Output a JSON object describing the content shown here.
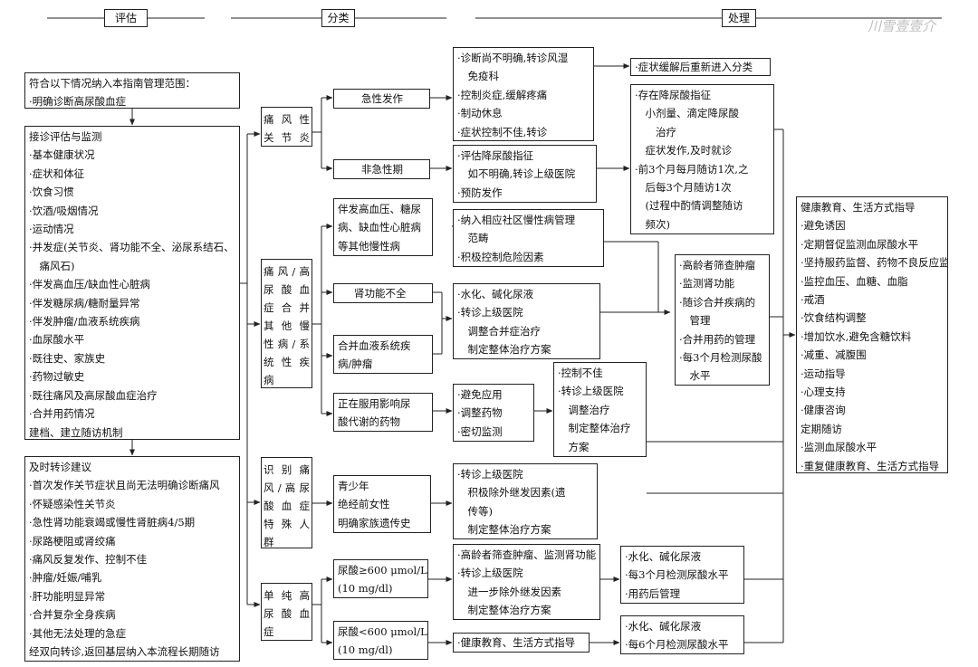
{
  "headers": {
    "assess": "评估",
    "classify": "分类",
    "treat": "处理"
  },
  "watermark": "川雪壹壹介",
  "boxes": {
    "scope": [
      "符合以下情况纳入本指南管理范围：",
      "·明确诊断高尿酸血症"
    ],
    "eval": [
      "接诊评估与监测",
      "·基本健康状况",
      "·症状和体征",
      "·饮食习惯",
      "·饮酒/吸烟情况",
      "·运动情况",
      "·并发症(关节炎、肾功能不全、泌尿系结石、",
      "　痛风石)",
      "·伴发高血压/缺血性心脏病",
      "·伴发糖尿病/糖耐量异常",
      "·伴发肿瘤/血液系统疾病",
      "·血尿酸水平",
      "·既往史、家族史",
      "·药物过敏史",
      "·既往痛风及高尿酸血症治疗",
      "·合并用药情况",
      "建档、建立随访机制"
    ],
    "referral": [
      "及时转诊建议",
      "·首次发作关节症状且尚无法明确诊断痛风",
      "·怀疑感染性关节炎",
      "·急性肾功能衰竭或慢性肾脏病4/5期",
      "·尿路梗阻或肾绞痛",
      "·痛风反复发作、控制不佳",
      "·肿瘤/妊娠/哺乳",
      "·肝功能明显异常",
      "·合并复杂全身疾病",
      "·其他无法处理的急症",
      "经双向转诊,返回基层纳入本流程长期随访"
    ],
    "gout": [
      "痛风性",
      "关节炎"
    ],
    "gout_other": [
      "痛风/高",
      "尿酸血",
      "症合并",
      "其他慢",
      "性病/系",
      "统性疾",
      "病"
    ],
    "special": [
      "识别痛",
      "风/高尿",
      "酸血症",
      "特殊人",
      "群"
    ],
    "simple": [
      "单纯高",
      "尿酸血",
      "症"
    ],
    "acute": [
      "急性发作"
    ],
    "nonacute": [
      "非急性期"
    ],
    "acute_tx": [
      "·诊断尚不明确,转诊风湿",
      "　免疫科",
      "·控制炎症,缓解疼痛",
      "·制动休息",
      "·症状控制不佳,转诊"
    ],
    "reassess": [
      "·症状缓解后重新进入分类"
    ],
    "nonacute_tx": [
      "·评估降尿酸指征",
      "　如不明确,转诊上级医院",
      "·预防发作"
    ],
    "ult": [
      "·存在降尿酸指征",
      "　小剂量、滴定降尿酸",
      "　　治疗",
      "　症状发作,及时就诊",
      "·前3个月每月随访1次,之",
      "　后每3个月随访1次",
      "　(过程中酌情调整随访",
      "　频次)"
    ],
    "comorbid": [
      "伴发高血压、糖尿",
      "病、缺血性心脏病",
      "等其他慢性病"
    ],
    "renal": [
      "肾功能不全"
    ],
    "blood": [
      "合并血液系统疾",
      "病/肿瘤"
    ],
    "drug": [
      "正在服用影响尿",
      "酸代谢的药物"
    ],
    "comorbid_tx": [
      "·纳入相应社区慢性病管理",
      "　范畴",
      "·积极控制危险因素"
    ],
    "renal_tx": [
      "·水化、碱化尿液",
      "·转诊上级医院",
      "　调整合并症治疗",
      "　制定整体治疗方案"
    ],
    "screen": [
      "·高龄者筛查肿瘤",
      "·监测肾功能",
      "·随诊合并疾病的",
      "　管理",
      "·合并用药的管理",
      "·每3个月检测尿酸",
      "　水平"
    ],
    "drug_tx": [
      "·避免应用",
      "·调整药物",
      "·密切监测"
    ],
    "drug_fail": [
      "·控制不佳",
      "·转诊上级医院",
      "　调整治疗",
      "　制定整体治疗",
      "　方案"
    ],
    "special_list": [
      "青少年",
      "绝经前女性",
      "明确家族遗传史"
    ],
    "special_tx": [
      "·转诊上级医院",
      "　积极除外继发因素(遗",
      "　传等)",
      "　制定整体治疗方案"
    ],
    "ua_high": [
      "尿酸≥600 μmol/L",
      "(10 mg/dl)"
    ],
    "ua_low": [
      "尿酸<600 μmol/L",
      "(10 mg/dl)"
    ],
    "ua_high_tx": [
      "·高龄者筛查肿瘤、监测肾功能",
      "·转诊上级医院",
      "　进一步除外继发因素",
      "　制定整体治疗方案"
    ],
    "ua_high_tx2": [
      "·水化、碱化尿液",
      "·每3个月检测尿酸水平",
      "·用药后管理"
    ],
    "lifestyle_low": [
      "·健康教育、生活方式指导"
    ],
    "ua_low_tx2": [
      "·水化、碱化尿液",
      "·每6个月检测尿酸水平"
    ],
    "education": [
      "健康教育、生活方式指导",
      "·避免诱因",
      "·定期督促监测血尿酸水平",
      "·坚持服药监督、药物不良反应监测",
      "·监控血压、血糖、血脂",
      "·戒酒",
      "·饮食结构调整",
      "·增加饮水,避免含糖饮料",
      "·减重、减腹围",
      "·运动指导",
      "·心理支持",
      "·健康咨询",
      "定期随访",
      "·监测血尿酸水平",
      "·重复健康教育、生活方式指导"
    ]
  }
}
